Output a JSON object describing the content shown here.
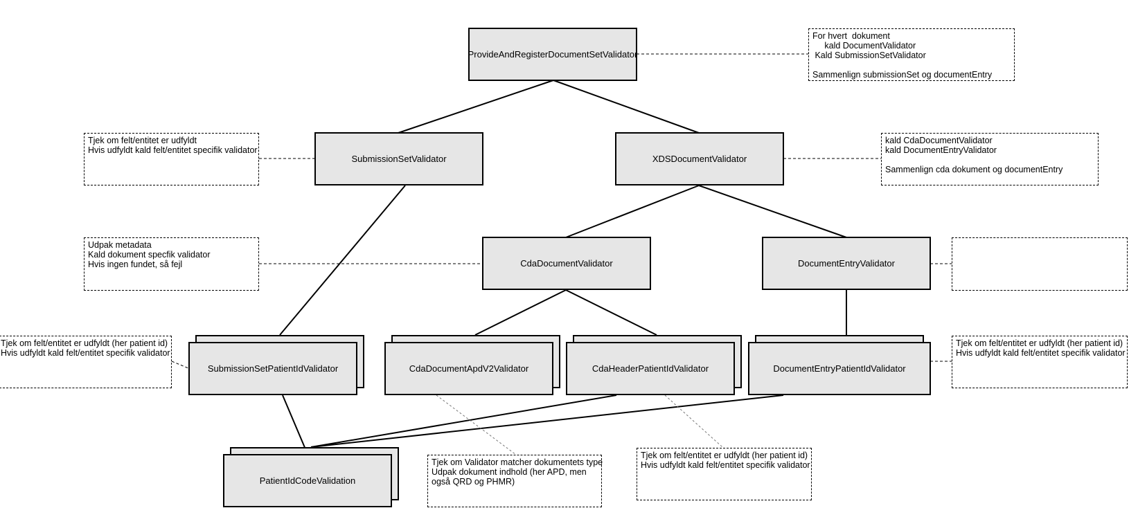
{
  "nodes": {
    "provide": "ProvideAndRegisterDocumentSetValidator",
    "submission_set": "SubmissionSetValidator",
    "xds_document": "XDSDocumentValidator",
    "cda_document": "CdaDocumentValidator",
    "document_entry": "DocumentEntryValidator",
    "submission_set_patient_id": "SubmissionSetPatientIdValidator",
    "cda_document_apd_v2": "CdaDocumentApdV2Validator",
    "cda_header_patient_id": "CdaHeaderPatientIdValidator",
    "document_entry_patient_id": "DocumentEntryPatientIdValidator",
    "patient_id_code": "PatientIdCodeValidation"
  },
  "notes": {
    "provide": "For hvert  dokument\n     kald DocumentValidator\n Kald SubmissionSetValidator\n\nSammenlign submissionSet og documentEntry",
    "submission_set": "Tjek om felt/entitet er udfyldt\nHvis udfyldt kald felt/entitet specifik validator",
    "xds_document": "kald CdaDocumentValidator\nkald DocumentEntryValidator\n\nSammenlign cda dokument og documentEntry",
    "cda_document": "Udpak metadata\nKald dokument specfik validator\nHvis ingen fundet, så fejl",
    "document_entry": "",
    "submission_set_patient_id": "Tjek om felt/entitet er udfyldt (her patient id)\nHvis udfyldt kald felt/entitet specifik validator",
    "document_entry_patient_id": "Tjek om felt/entitet er udfyldt (her patient id)\nHvis udfyldt kald felt/entitet specifik validator",
    "cda_document_apd_v2": "Tjek om Validator matcher dokumentets type\nUdpak dokument indhold (her APD, men\nogså QRD og PHMR)",
    "cda_header_patient_id": "Tjek om felt/entitet er udfyldt (her patient id)\nHvis udfyldt kald felt/entitet specifik validator"
  }
}
